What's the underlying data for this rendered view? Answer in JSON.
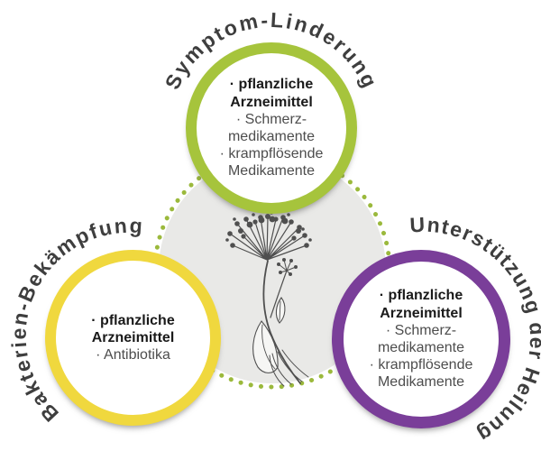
{
  "diagram": {
    "background_color": "#ffffff",
    "label_color": "#3e3e3e"
  },
  "circles": {
    "top": {
      "label": "Symptom-Linderung",
      "ring_color": "#a6c43c",
      "items": [
        "· pflanzliche Arzneimittel",
        "· Schmerz-medikamente",
        "· krampflösende Medikamente"
      ]
    },
    "left": {
      "label": "Bakterien-Bekämpfung",
      "ring_color": "#f0d83e",
      "items": [
        "· pflanzliche Arzneimittel",
        "· Antibiotika"
      ]
    },
    "right": {
      "label": "Unterstützung der Heilung",
      "ring_color": "#7a3e99",
      "items": [
        "· pflanzliche Arzneimittel",
        "· Schmerz-medikamente",
        "· krampflösende Medikamente"
      ]
    }
  },
  "styles": {
    "item_primary_color": "#1a1a1a",
    "item_secondary_color": "#4d4d4d"
  },
  "center": {
    "blob_color": "#e9e9e7",
    "dots_color": "#9bb93c",
    "plant_color": "#4f4f4f",
    "plant_icon": "valerian-plant-sketch"
  }
}
